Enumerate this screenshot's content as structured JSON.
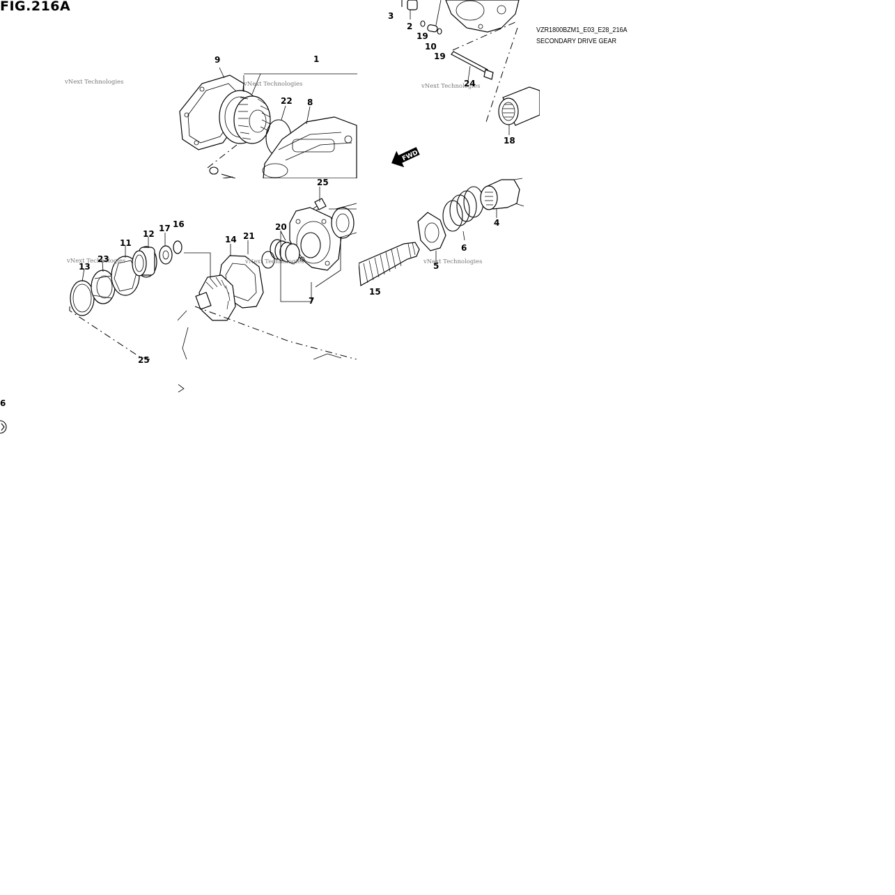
{
  "figure_title": "FIG.216A",
  "drawing_code": "VZR1800BZM1_E03_E28_216A",
  "drawing_subtitle": "SECONDARY DRIVE GEAR",
  "arrow_label": "FWD",
  "watermark_text": "vNext Technologies",
  "callouts": {
    "c1": "1",
    "c2": "2",
    "c3": "3",
    "c4": "4",
    "c5": "5",
    "c6": "6",
    "c6b": "6",
    "c7": "7",
    "c8": "8",
    "c9": "9",
    "c10": "10",
    "c11": "11",
    "c12": "12",
    "c13": "13",
    "c14": "14",
    "c15": "15",
    "c16": "16",
    "c17": "17",
    "c18": "18",
    "c19a": "19",
    "c19b": "19",
    "c20": "20",
    "c21": "21",
    "c22": "22",
    "c23": "23",
    "c24": "24",
    "c25a": "25",
    "c25b": "25"
  }
}
